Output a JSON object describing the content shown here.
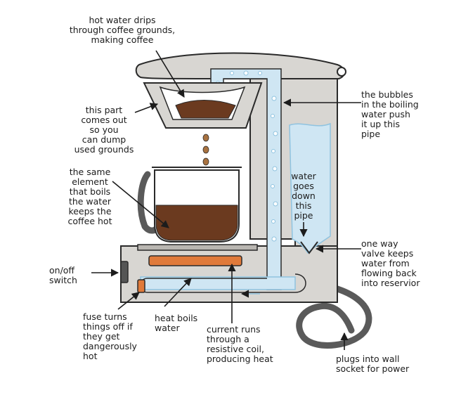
{
  "labels": {
    "drips": [
      "hot water drips",
      "through coffee grounds,",
      "making coffee"
    ],
    "bubbles": [
      "the bubbles",
      "in the boiling",
      "water push",
      "it up this",
      "pipe"
    ],
    "part": [
      "this part",
      "comes out",
      "so you",
      "can dump",
      "used grounds"
    ],
    "element": [
      "the same",
      "element",
      "that boils",
      "the water",
      "keeps the",
      "coffee hot"
    ],
    "down": [
      "water",
      "goes",
      "down",
      "this",
      "pipe"
    ],
    "valve": [
      "one way",
      "valve keeps",
      "water from",
      "flowing back",
      "into reservior"
    ],
    "switch": [
      "on/off",
      "switch"
    ],
    "fuse": [
      "fuse turns",
      "things off if",
      "they get",
      "dangerously",
      "hot"
    ],
    "heat": [
      "heat boils",
      "water"
    ],
    "current": [
      "current runs",
      "through a",
      "resistive coil,",
      "producing heat"
    ],
    "plugs": [
      "plugs into wall",
      "socket for power"
    ]
  },
  "colors": {
    "body": "#d8d6d2",
    "body_dark": "#b9b6b1",
    "outline": "#2a2a2a",
    "water": "#cfe6f3",
    "water_line": "#8fc3e0",
    "coffee": "#6b3a1f",
    "coil": "#e07a3a",
    "cord": "#5a5a5a"
  }
}
